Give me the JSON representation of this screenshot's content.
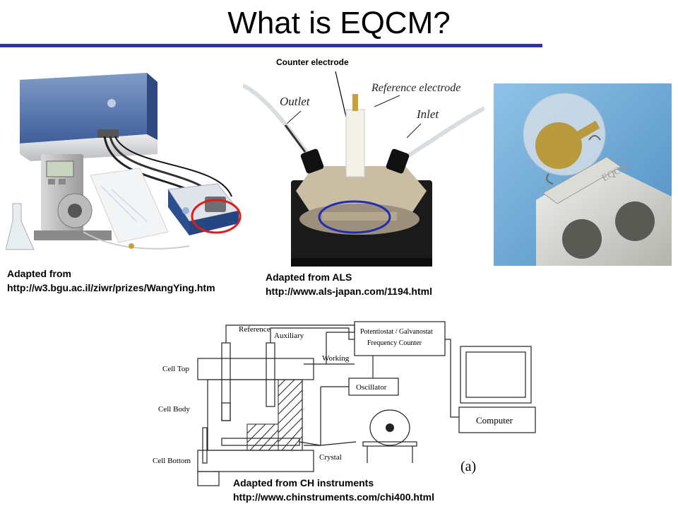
{
  "slide": {
    "title": "What is EQCM?"
  },
  "figure_left": {
    "caption_line1": "Adapted from",
    "caption_line2": "http://w3.bgu.ac.il/ziwr/prizes/WangYing.htm"
  },
  "figure_center": {
    "label_counter": "Counter electrode",
    "label_outlet": "Outlet",
    "label_reference": "Reference electrode",
    "label_inlet": "Inlet",
    "caption_line1": "Adapted from ALS",
    "caption_line2": "http://www.als-japan.com/1194.html"
  },
  "figure_right": {
    "crystal_text": "EQCM"
  },
  "figure_diagram": {
    "label_reference": "Reference",
    "label_auxiliary": "Auxiliary",
    "label_potentiostat_1": "Potentiostat / Galvanostat",
    "label_potentiostat_2": "Frequency Counter",
    "label_working": "Working",
    "label_cell_top": "Cell Top",
    "label_cell_body": "Cell Body",
    "label_cell_bottom": "Cell Bottom",
    "label_oscillator": "Oscillator",
    "label_computer": "Computer",
    "label_crystal": "Crystal",
    "label_panel": "(a)",
    "caption_line1": "Adapted from CH instruments",
    "caption_line2": "http://www.chinstruments.com/chi400.html"
  }
}
